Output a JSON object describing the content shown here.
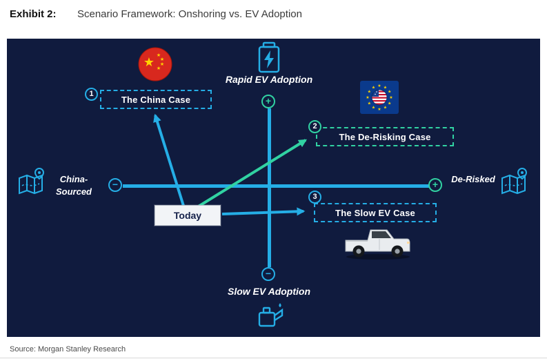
{
  "header": {
    "exhibit_label": "Exhibit 2:",
    "title": "Scenario Framework: Onshoring vs. EV Adoption"
  },
  "diagram": {
    "axes": {
      "horizontal": {
        "left_label": "China-Sourced",
        "right_label": "De-Risked",
        "left_sign": "−",
        "right_sign": "+"
      },
      "vertical": {
        "top_label": "Rapid EV Adoption",
        "bottom_label": "Slow EV Adoption",
        "top_sign": "+",
        "bottom_sign": "−"
      }
    },
    "today_label": "Today",
    "cases": [
      {
        "number": "1",
        "label": "The China Case"
      },
      {
        "number": "2",
        "label": "The De-Risking Case"
      },
      {
        "number": "3",
        "label": "The Slow EV Case"
      }
    ],
    "icons": {
      "top": "ev-battery-icon",
      "bottom": "oil-can-icon",
      "left": "map-icon",
      "right": "map-icon",
      "flag_left": "china-flag",
      "flag_right": "eu-us-flag",
      "image": "pickup-truck"
    },
    "colors": {
      "panel_background": "#101b3e",
      "axis_cyan": "#25aee6",
      "accent_green": "#31d2a2",
      "china_flag_red": "#d8281e",
      "eu_flag_blue": "#0a3a8c",
      "text_white": "#ffffff"
    }
  },
  "footer": {
    "source": "Source: Morgan Stanley Research"
  }
}
